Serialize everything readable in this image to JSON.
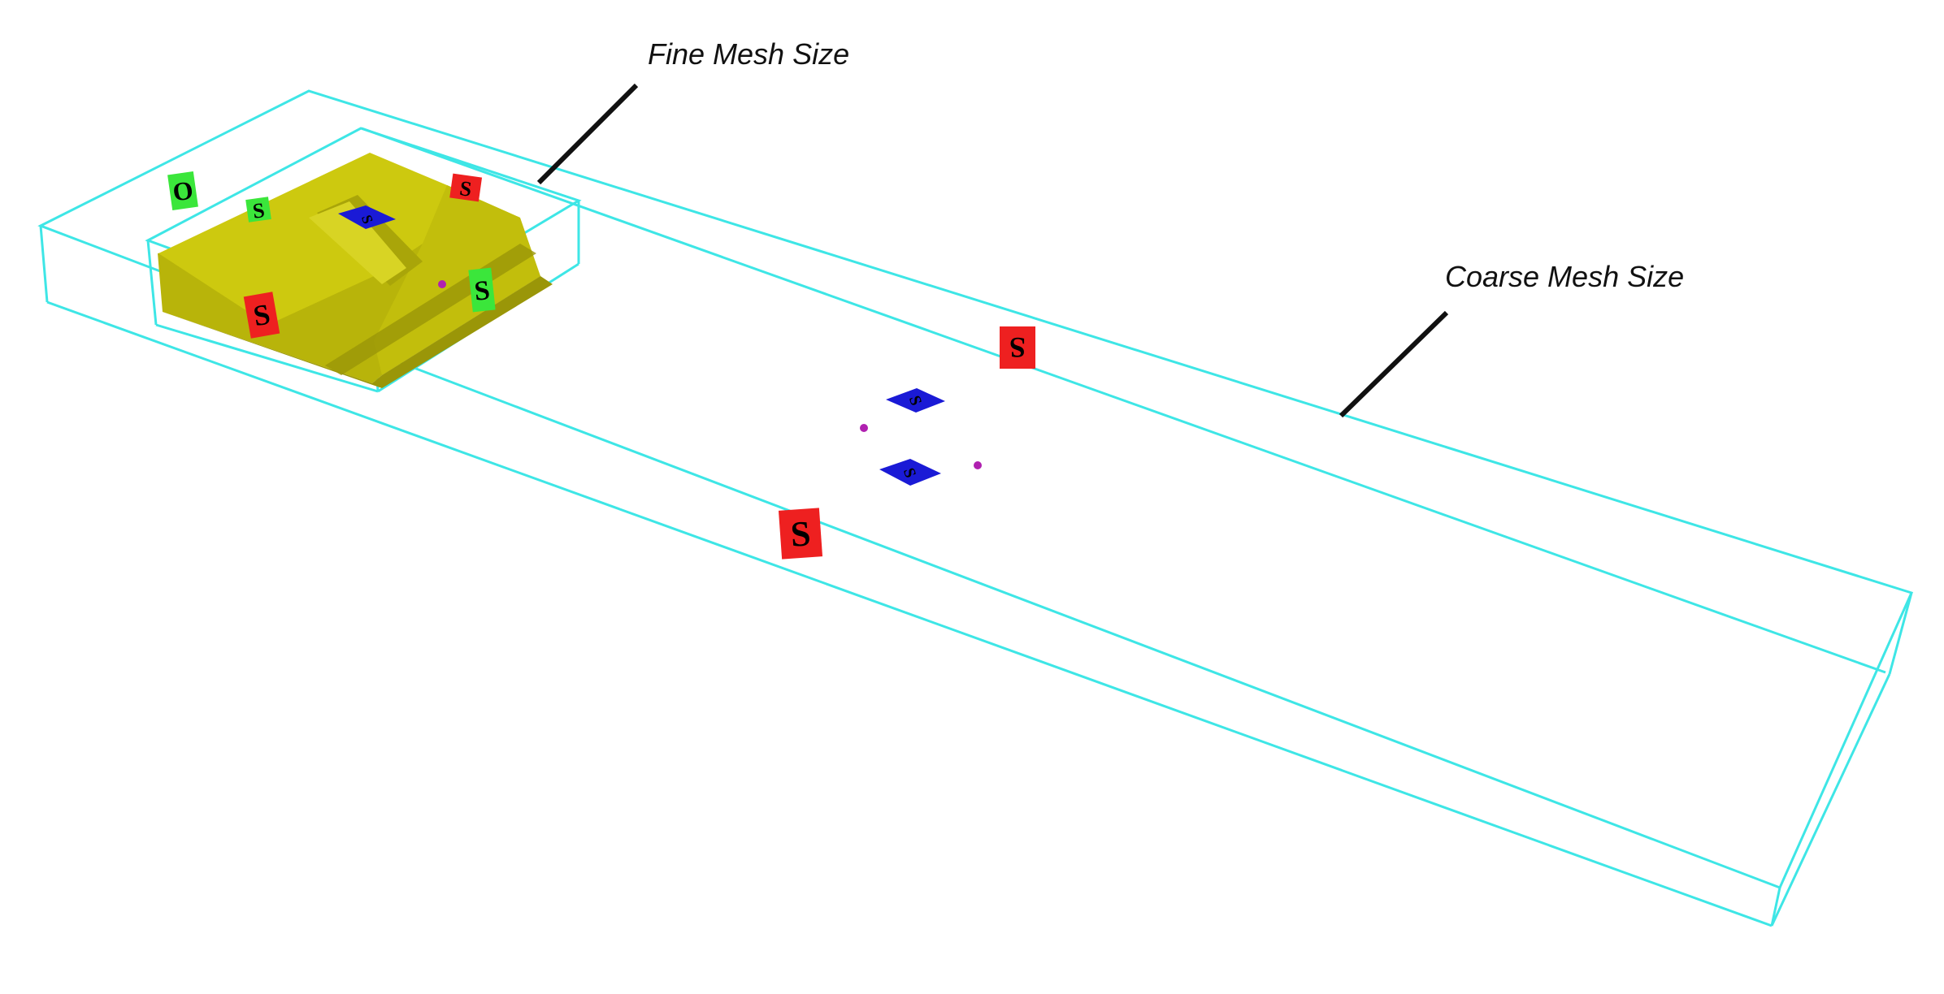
{
  "annotations": {
    "fine_mesh_label": "Fine Mesh Size",
    "coarse_mesh_label": "Coarse Mesh Size"
  },
  "boundary_markers": {
    "left_green_1": "O",
    "left_green_2": "S",
    "right_green": "S",
    "red_front_small": "S",
    "red_top_small": "S",
    "red_mid_flipped": "S",
    "red_front_large": "S",
    "blue_top_fine": "S",
    "blue_mid_1": "S",
    "blue_mid_2": "S"
  },
  "colors": {
    "mesh_outline": "#3ee6e6",
    "terrain": "#c8c40e",
    "terrain_shadow": "#9a9608",
    "green_marker": "#3be63b",
    "red_marker": "#ee2020",
    "blue_marker": "#1a1ad6",
    "probe_point": "#b020b0",
    "leader_line": "#111111"
  }
}
